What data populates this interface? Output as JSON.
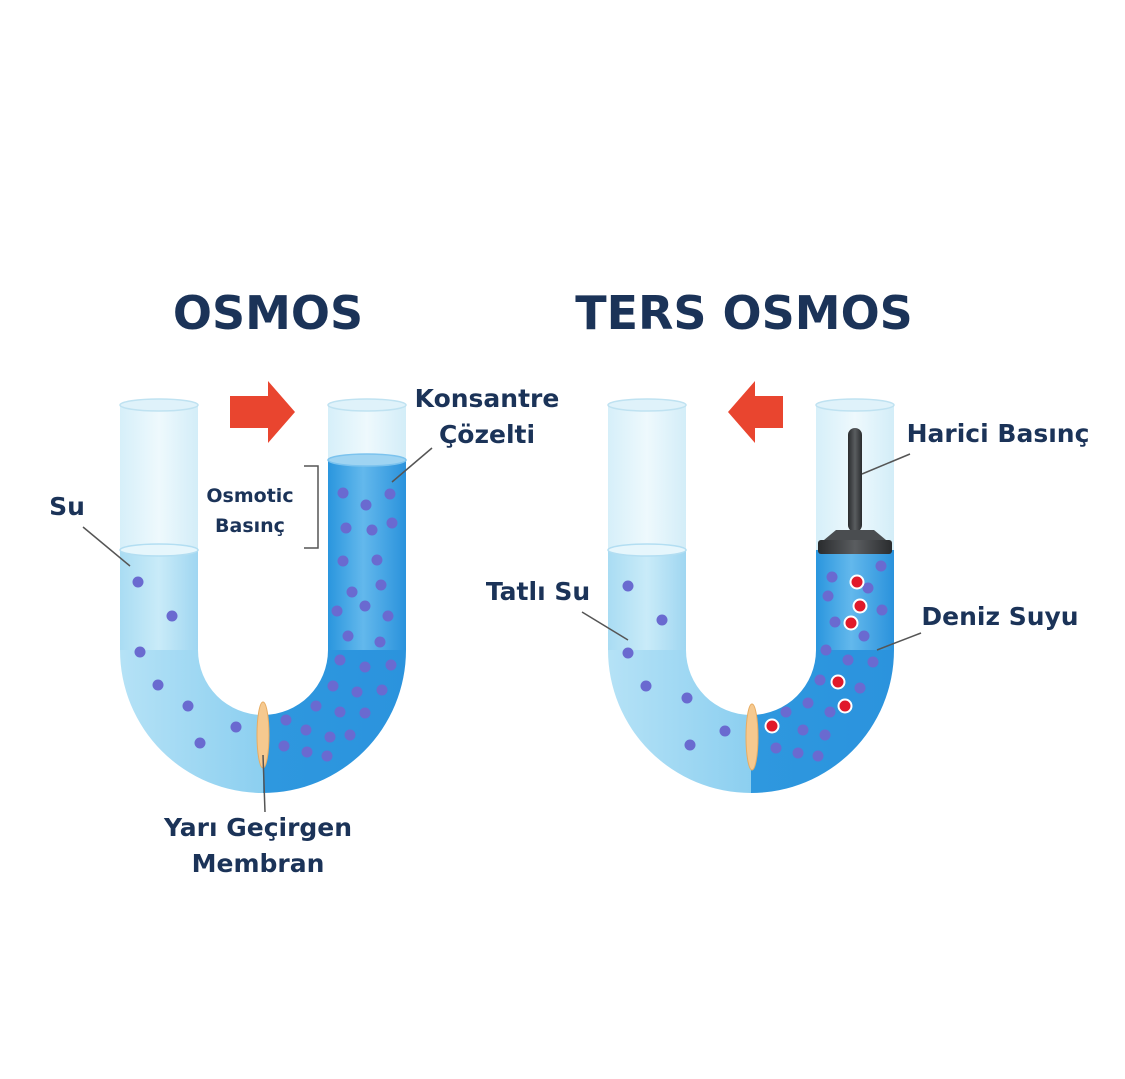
{
  "colors": {
    "title": "#1b3358",
    "label": "#1b3358",
    "water_light": "#bfe6f7",
    "water_mid": "#8fd0f0",
    "water_dark": "#1e8fdc",
    "tube_empty": "#e3f4fb",
    "tube_rim": "#c6e6f3",
    "particle": "#6a6ad0",
    "salt": "#e0192a",
    "arrow": "#e9452f",
    "membrane": "#f6c98f",
    "piston": "#3f4244",
    "leader": "#555555"
  },
  "left": {
    "title": "OSMOS",
    "labels": {
      "su": "Su",
      "konsantre_line1": "Konsantre",
      "konsantre_line2": "Çözelti",
      "osmotic_line1": "Osmotic",
      "osmotic_line2": "Basınç",
      "membrane_line1": "Yarı Geçirgen",
      "membrane_line2": "Membran"
    }
  },
  "right": {
    "title": "TERS OSMOS",
    "labels": {
      "harici": "Harici Basınç",
      "tatli": "Tatlı Su",
      "deniz": "Deniz Suyu"
    }
  },
  "icons": {
    "arrow_left_diagram": "arrow-right-icon",
    "arrow_right_diagram": "arrow-left-icon"
  }
}
